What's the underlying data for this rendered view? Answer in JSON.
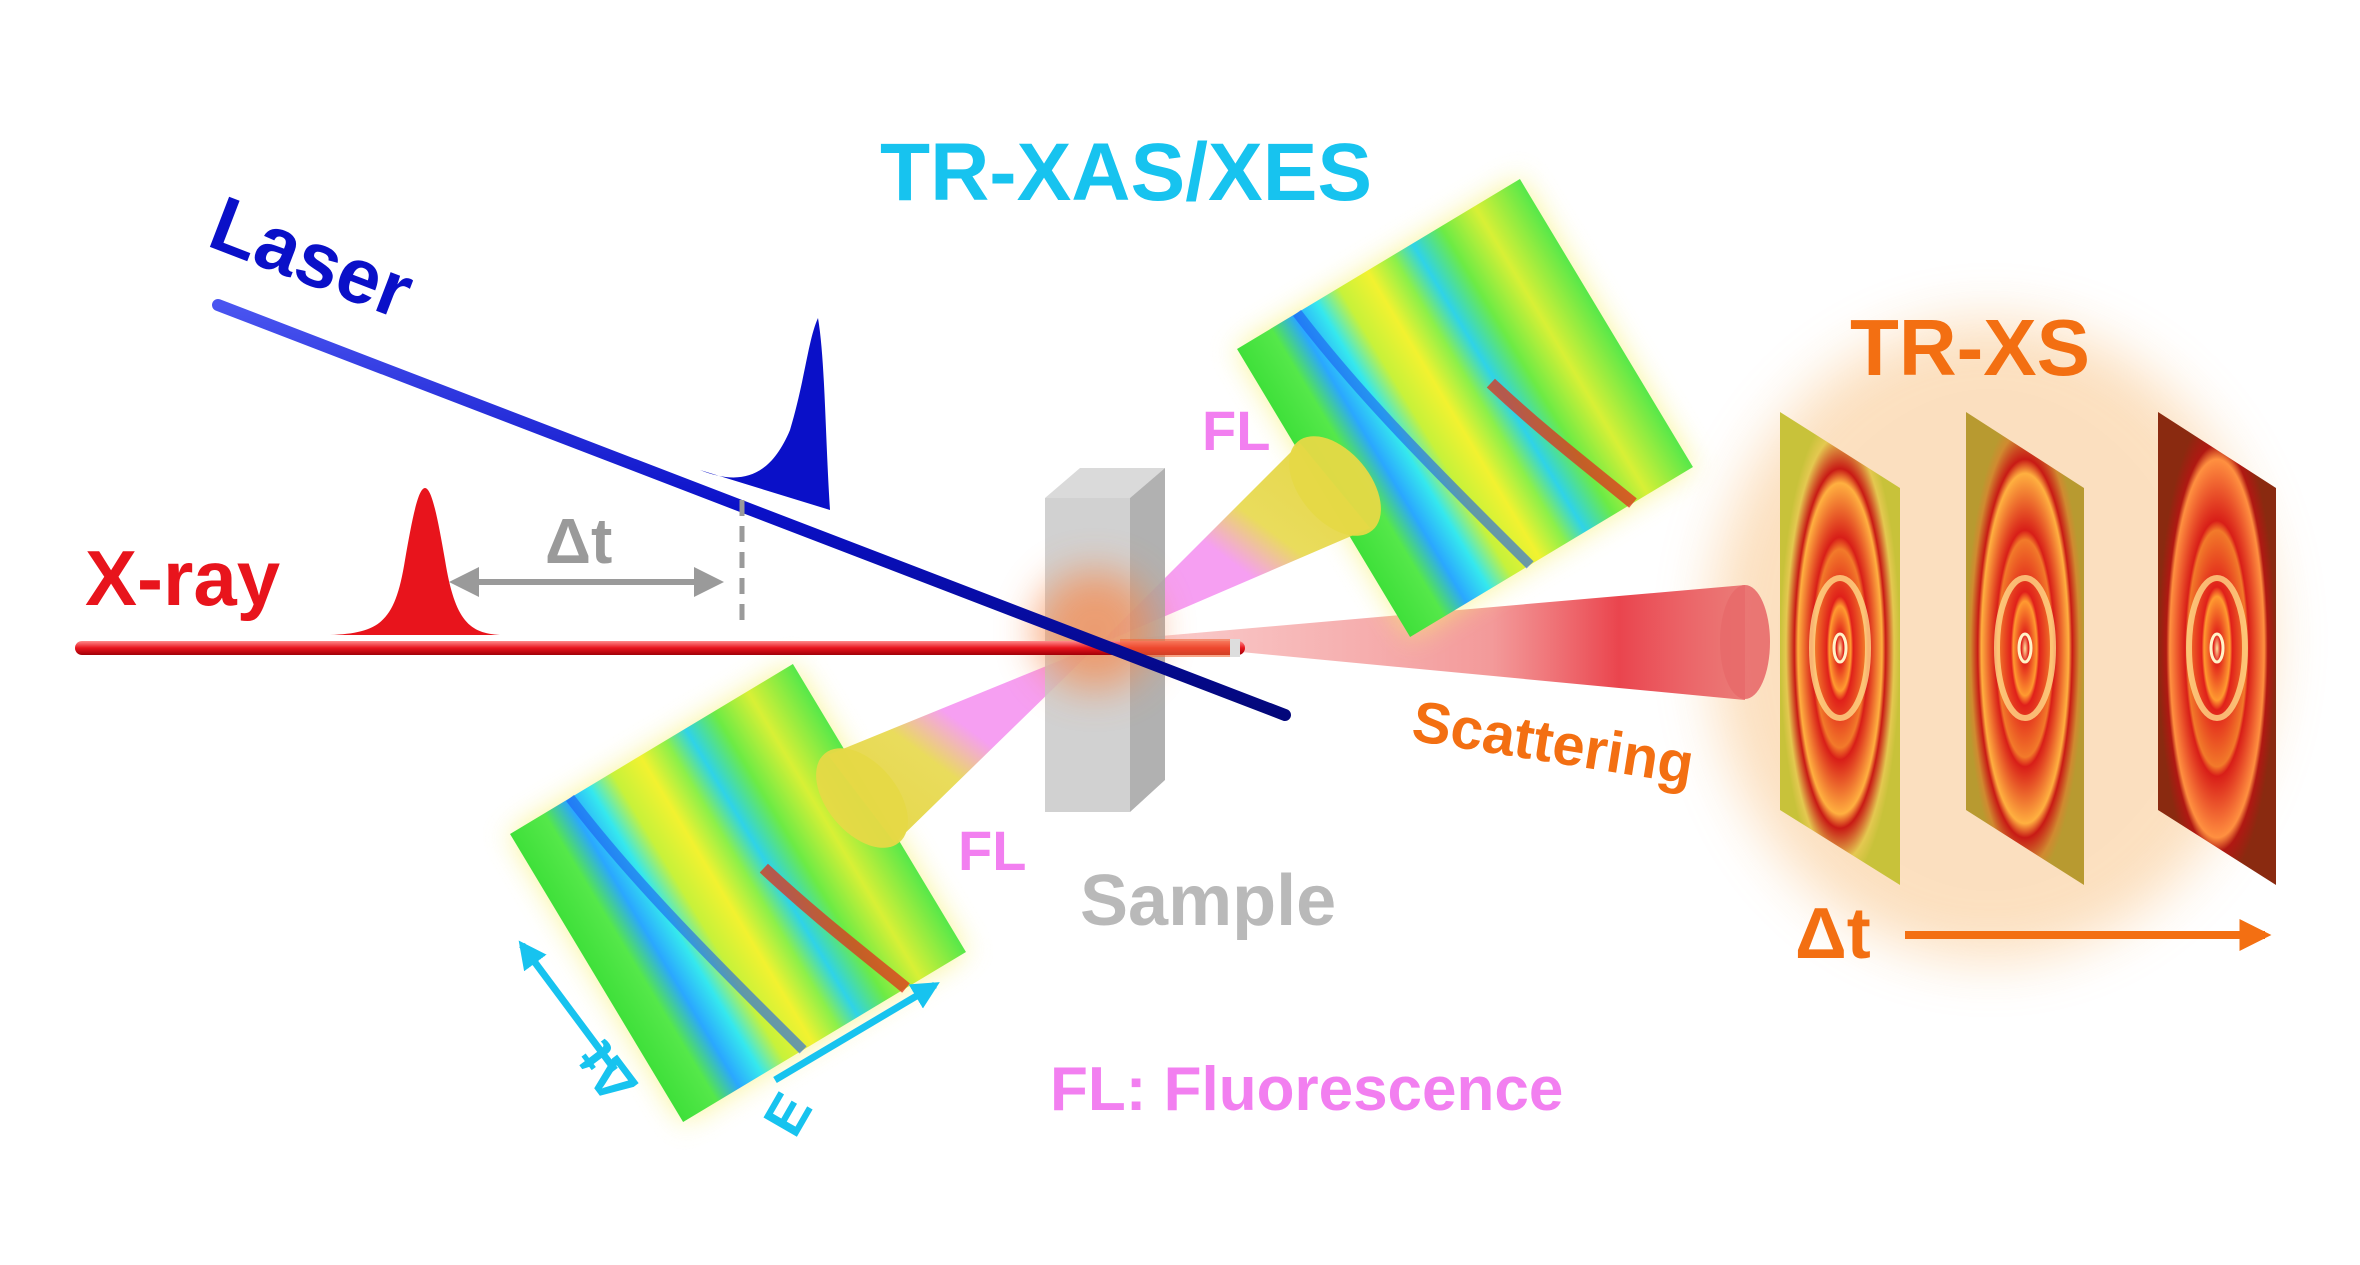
{
  "labels": {
    "laser": "Laser",
    "xray": "X-ray",
    "delta_t_pulses": "Δt",
    "tr_xas_xes": "TR-XAS/XES",
    "fl_upper": "FL",
    "fl_lower": "FL",
    "tr_xs": "TR-XS",
    "scattering": "Scattering",
    "sample": "Sample",
    "delta_t_detectors": "Δt",
    "fl_legend": "FL: Fluorescence",
    "axis_delta_t": "Δt",
    "axis_e": "E"
  },
  "colors": {
    "laser": "#0a10c8",
    "xray": "#e8141c",
    "tr_xas": "#17c3ef",
    "fluorescence": "#f27ff0",
    "tr_xs": "#f36f12",
    "sample": "#b9b9b9",
    "delay_gray": "#9a9a9a"
  },
  "icons": {
    "xray_pulse": "red-gaussian-pulse-icon",
    "laser_pulse": "blue-sharp-pulse-icon",
    "detector": "xas-spectrum-map-icon",
    "xs_detector": "scattering-rings-detector-icon"
  }
}
